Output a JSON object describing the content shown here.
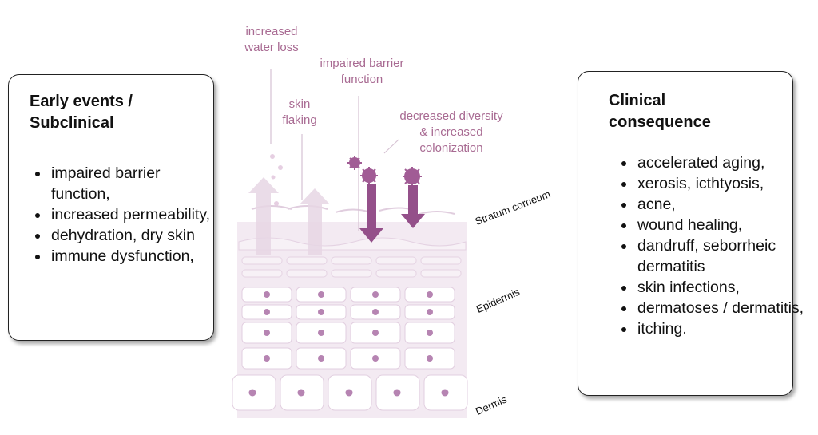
{
  "left_panel": {
    "title": "Early events /\nSubclinical",
    "items": [
      "impaired barrier function,",
      "increased permeability,",
      "dehydration, dry skin",
      "immune dysfunction,"
    ]
  },
  "right_panel": {
    "title": "Clinical\nconsequence",
    "items": [
      "accelerated aging,",
      "xerosis, icthtyosis,",
      "acne,",
      "wound healing,",
      "dandruff, seborrheic dermatitis",
      "skin infections,",
      "dermatoses / dermatitis,",
      "itching."
    ]
  },
  "annotations": {
    "water_loss": "increased\nwater loss",
    "skin_flaking": "skin\nflaking",
    "impaired_barrier": "impaired barrier\nfunction",
    "diversity": "decreased diversity\n& increased\ncolonization"
  },
  "layers": {
    "stratum_corneum": "Stratum corneum",
    "epidermis": "Epidermis",
    "dermis": "Dermis"
  },
  "colors": {
    "annotation": "#a86a92",
    "arrow_up": "#e6d6e4",
    "arrow_down": "#94508a",
    "tissue": "#efe3ee",
    "nucleus": "#b684b2"
  }
}
